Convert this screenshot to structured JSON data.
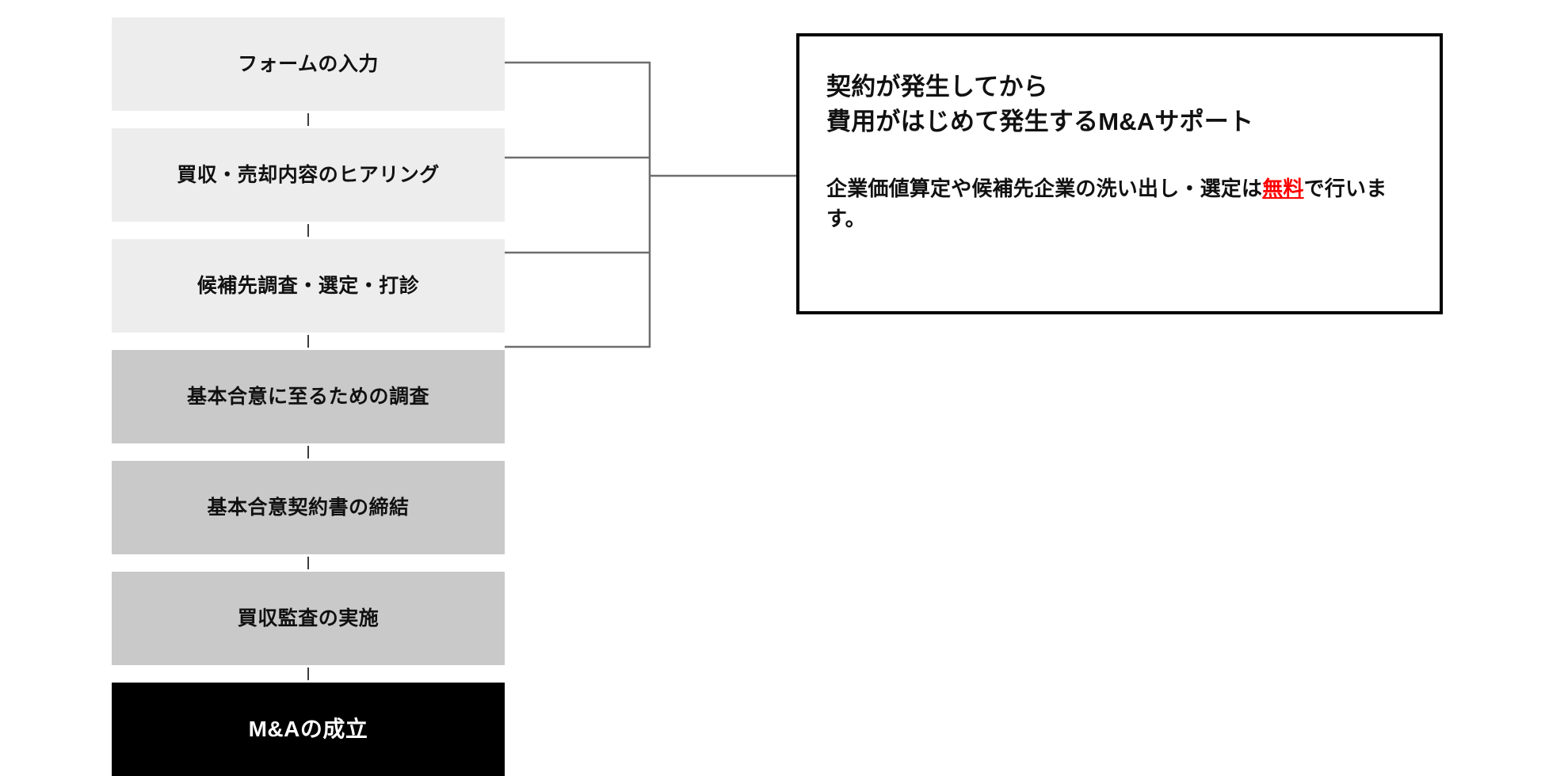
{
  "diagram": {
    "title": "M&A process flow with fee callout",
    "colors": {
      "tone_light": "#ededed",
      "tone_mid": "#c9c9c9",
      "tone_dark": "#000000",
      "connector_line": "#6e6e6e",
      "callout_border": "#000000",
      "highlight_red": "#ff0000",
      "page_background": "#ffffff"
    },
    "steps": [
      {
        "label": "フォームの入力",
        "tone": "tone-light",
        "bracketed": true
      },
      {
        "label": "買収・売却内容のヒアリング",
        "tone": "tone-light",
        "bracketed": true
      },
      {
        "label": "候補先調査・選定・打診",
        "tone": "tone-light",
        "bracketed": true
      },
      {
        "label": "基本合意に至るための調査",
        "tone": "tone-mid",
        "bracketed": true
      },
      {
        "label": "基本合意契約書の締結",
        "tone": "tone-mid",
        "bracketed": false
      },
      {
        "label": "買収監査の実施",
        "tone": "tone-mid",
        "bracketed": false
      },
      {
        "label": "M&Aの成立",
        "tone": "tone-dark",
        "bracketed": false
      }
    ]
  },
  "callout": {
    "title_line_1": "契約が発生してから",
    "title_line_2": "費用がはじめて発生するM&Aサポート",
    "body_before": "企業価値算定や候補先企業の洗い出し・選定は",
    "body_highlight": "無料",
    "body_after": "で行います。"
  }
}
